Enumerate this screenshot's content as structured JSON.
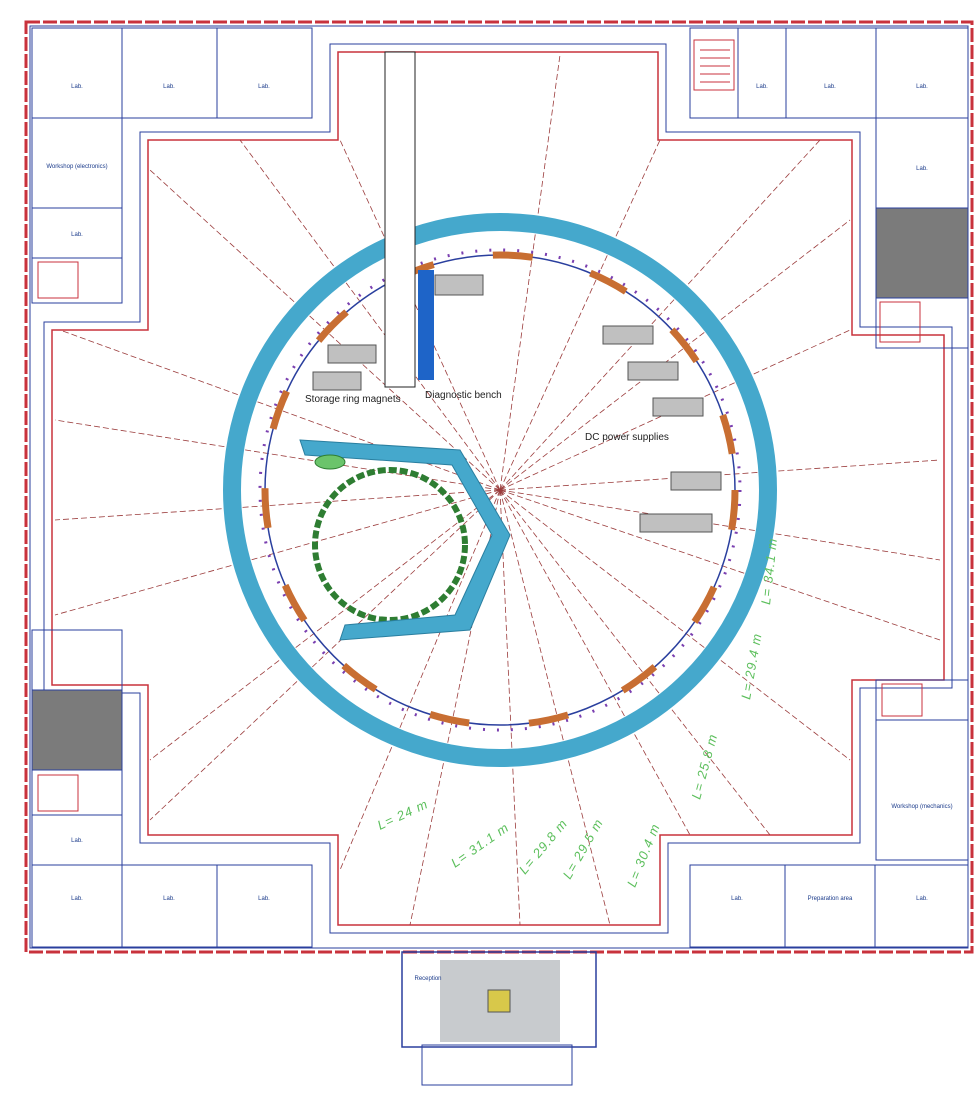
{
  "colors": {
    "outer_wall": "#c8323c",
    "inner_wall": "#2a3f9e",
    "shield": "#45a8cc",
    "ring_orange": "#c86e32",
    "beamline": "#9b3c3c",
    "green": "#4caf50",
    "grey_box": "#c0c0c0"
  },
  "labels": {
    "storage_ring_sections": "Storage ring magnets",
    "diagnostic_bench": "Diagnostic bench",
    "dc_power_supplies": "DC power supplies"
  },
  "beamline_lengths": [
    "L= 24 m",
    "L= 31.1 m",
    "L= 29.8 m",
    "L= 29.5 m",
    "L= 30.4 m",
    "L= 25.8 m",
    "L= 29.4 m",
    "L= 34.1 m"
  ],
  "rooms": {
    "top": [
      "Lab.",
      "Lab.",
      "Lab.",
      "Lab.",
      "Lab."
    ],
    "left": [
      "Workshop (electronics)",
      "Lab."
    ],
    "right": [
      "Lab.",
      "Workshop (mechanics)"
    ],
    "bottom": [
      "Lab.",
      "Lab.",
      "Lab.",
      "Lab.",
      "Preparation area",
      "Lab."
    ],
    "left_lower": [
      "Lab."
    ],
    "entrance": [
      "Reception"
    ]
  }
}
